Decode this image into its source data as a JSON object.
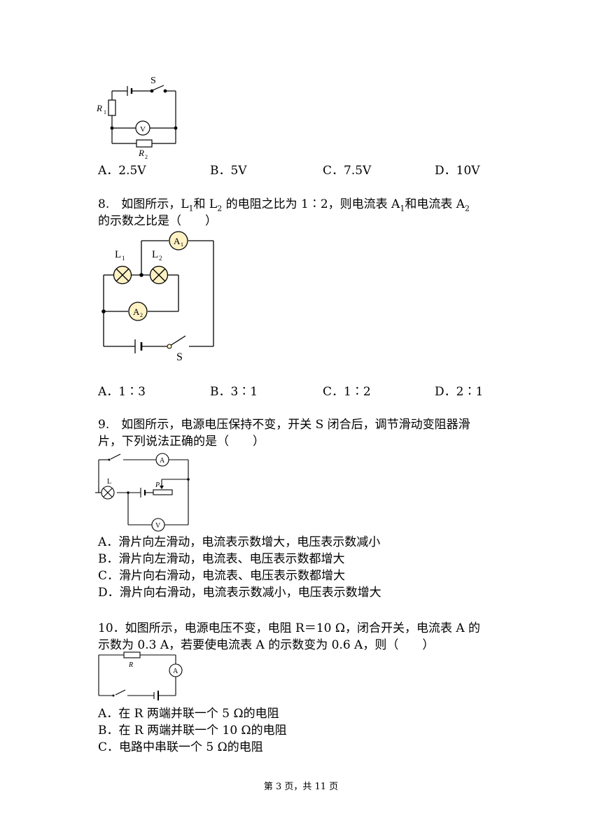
{
  "q7": {
    "figure": {
      "switch": "S",
      "resistor1": "R",
      "resistor1_sub": "1",
      "resistor2": "R",
      "resistor2_sub": "2",
      "meter": "V"
    },
    "options": [
      "A．2.5V",
      "B．5V",
      "C．7.5V",
      "D．10V"
    ]
  },
  "q8": {
    "line1_a": "8.　如图所示，L",
    "line1_sub1": "1",
    "line1_b": "和 L",
    "line1_sub2": "2",
    "line1_c": " 的电阻之比为 1∶2，则电流表 A",
    "line1_sub3": "1",
    "line1_d": "和电流表 A",
    "line1_sub4": "2",
    "line2": "的示数之比是（　　）",
    "figure": {
      "lamp1": "L",
      "lamp1_sub": "1",
      "lamp2": "L",
      "lamp2_sub": "2",
      "meter1": "A",
      "meter1_sub": "1",
      "meter2": "A",
      "meter2_sub": "2",
      "switch": "S"
    },
    "options": [
      "A．1∶3",
      "B．3∶1",
      "C．1∶2",
      "D．2∶1"
    ]
  },
  "q9": {
    "line1": "9.　如图所示，电源电压保持不变，开关 S 闭合后，调节滑动变阻器滑",
    "line2": "片，下列说法正确的是（　　）",
    "figure": {
      "lamp": "L",
      "slider": "P",
      "ammeter": "A",
      "voltmeter": "V"
    },
    "options": [
      "A．滑片向左滑动，电流表示数增大，电压表示数减小",
      "B．滑片向左滑动，电流表、电压表示数都增大",
      "C．滑片向右滑动，电流表、电压表示数都增大",
      "D．滑片向右滑动，电流表示数减小，电压表示数增大"
    ]
  },
  "q10": {
    "line1": "10．如图所示，电源电压不变，电阻 R＝10 Ω，闭合开关，电流表 A 的",
    "line2": "示数为 0.3 A，若要使电流表 A 的示数变为 0.6 A，则（　　）",
    "figure": {
      "resistor": "R",
      "ammeter": "A"
    },
    "options": [
      "A．在 R 两端并联一个 5 Ω的电阻",
      "B．在 R 两端并联一个 10 Ω的电阻",
      "C．电路中串联一个 5 Ω的电阻"
    ]
  },
  "footer": "第 3 页，共 11 页",
  "colors": {
    "lamp_fill": "#fff2c4",
    "meter_fill": "#fff2c4",
    "ink": "#000000"
  }
}
